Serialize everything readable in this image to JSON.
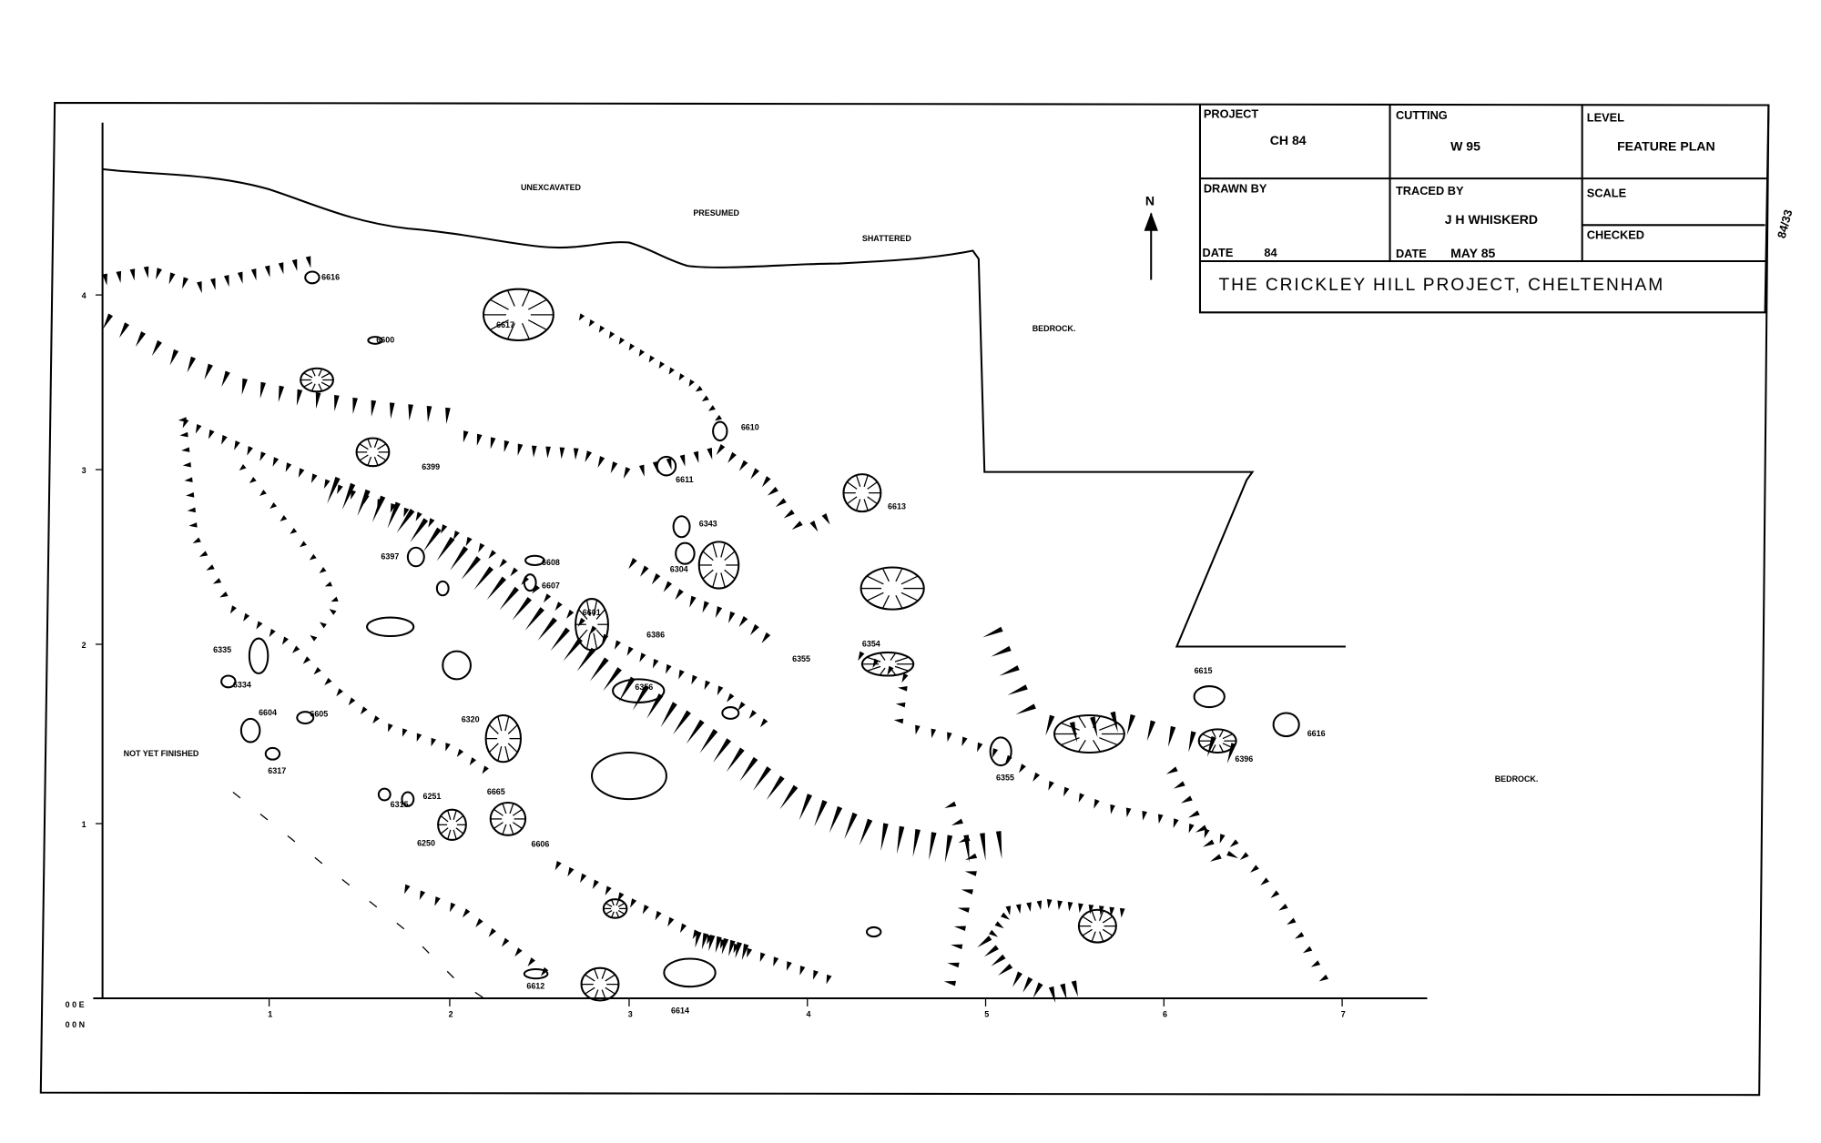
{
  "title_block": {
    "project_label": "PROJECT",
    "project_value": "CH 84",
    "cutting_label": "CUTTING",
    "cutting_value": "W 95",
    "level_label": "LEVEL",
    "level_value": "FEATURE PLAN",
    "drawn_by_label": "DRAWN BY",
    "traced_by_label": "TRACED BY",
    "traced_by_value": "J H WHISKERD",
    "scale_label": "SCALE",
    "checked_label": "CHECKED",
    "date_drawn_label": "DATE",
    "date_drawn_value": "84",
    "date_traced_label": "DATE",
    "date_traced_value": "MAY 85",
    "site_title": "THE CRICKLEY HILL PROJECT, CHELTENHAM"
  },
  "margin_note": "84/33",
  "north_label": "N",
  "area_labels": {
    "unexcavated": "UNEXCAVATED",
    "presumed": "PRESUMED",
    "shattered": "SHATTERED",
    "bedrock_1": "BEDROCK.",
    "bedrock_2": "BEDROCK.",
    "not_finished": "NOT YET FINISHED"
  },
  "axes": {
    "x_ticks": [
      "1",
      "2",
      "3",
      "4",
      "5",
      "6",
      "7"
    ],
    "y_ticks": [
      "4",
      "3",
      "2",
      "1"
    ],
    "origin_e": "0 0 E",
    "origin_n": "0 0 N"
  },
  "features": [
    "6616",
    "6600",
    "6617",
    "6610",
    "6611",
    "6613",
    "6399",
    "6343",
    "6304",
    "6397",
    "6608",
    "6607",
    "6601",
    "6386",
    "6335",
    "6334",
    "6356",
    "6355",
    "6354",
    "6604",
    "6605",
    "6320",
    "6317",
    "6355",
    "6615",
    "6396",
    "6616",
    "6665",
    "6251",
    "6315",
    "6250",
    "6606",
    "6612",
    "6614"
  ]
}
